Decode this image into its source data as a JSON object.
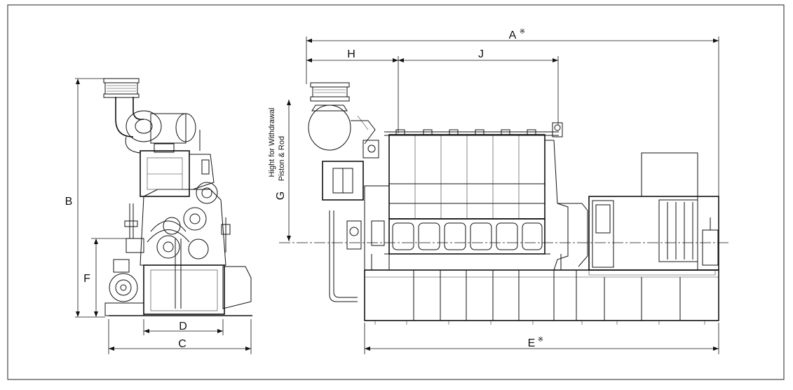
{
  "diagram": {
    "dimension_labels": {
      "A": "A",
      "A_mark": "※",
      "B": "B",
      "C": "C",
      "D": "D",
      "E": "E",
      "E_mark": "※",
      "F": "F",
      "G": "G",
      "H": "H",
      "J": "J"
    },
    "vertical_note": {
      "line1": "Hight for Withdrawal",
      "line2": "Piston & Rod"
    }
  }
}
